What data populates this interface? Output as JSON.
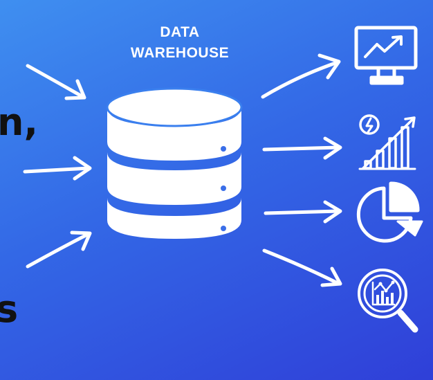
{
  "diagram": {
    "title_line1": "DATA",
    "title_line2": "WAREHOUSE",
    "left_edge_text_top": "n,",
    "left_edge_text_bottom": "s"
  },
  "colors": {
    "gradient_start": "#3f8ff0",
    "gradient_end": "#2f3fd8",
    "foreground": "#ffffff"
  },
  "icons": [
    "monitor-chart-icon",
    "growth-bars-icon",
    "pie-chart-icon",
    "magnify-analytics-icon"
  ]
}
